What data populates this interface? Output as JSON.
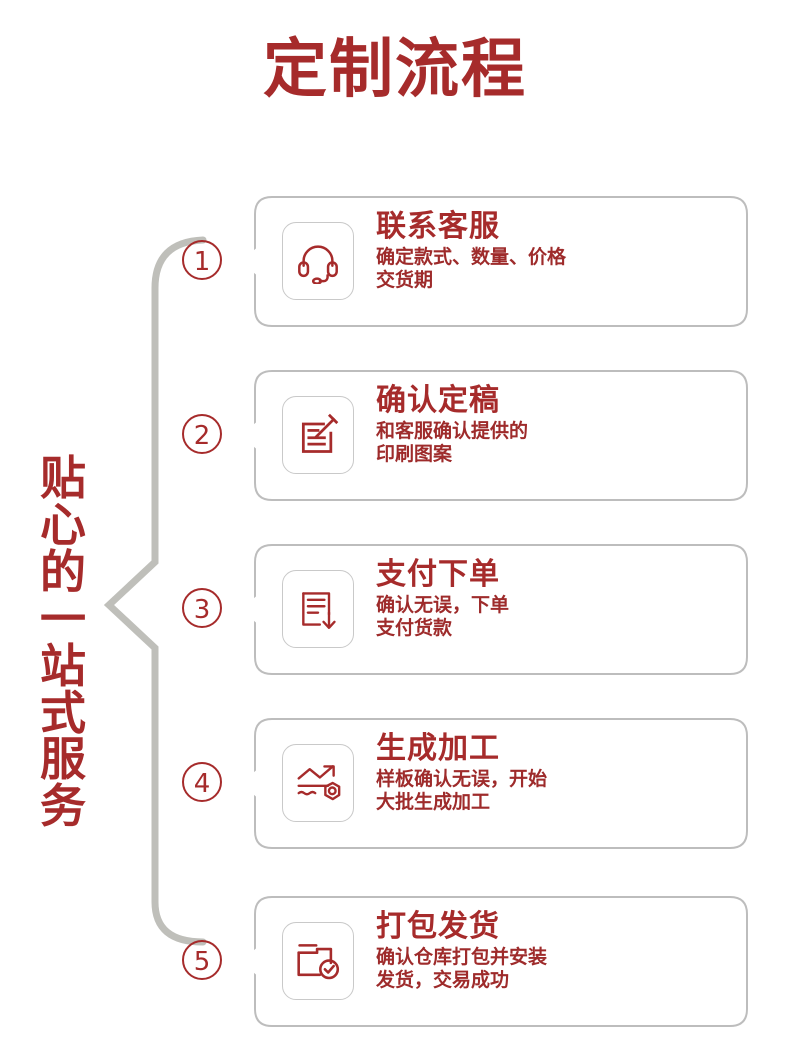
{
  "title": "定制流程",
  "side_label": "贴心的一站式服务",
  "colors": {
    "brand_red": "#A62B2B",
    "desc_red": "#9E2B2B",
    "line_gray": "#BFBFBA",
    "card_border": "#BDBDBD",
    "icon_tile_border": "#C9C9C9"
  },
  "steps": [
    {
      "number": "①",
      "num_text": "1",
      "icon": "headset-icon",
      "title": "联系客服",
      "desc_line1": "确定款式、数量、价格",
      "desc_line2": "交货期"
    },
    {
      "number": "②",
      "num_text": "2",
      "icon": "document-pencil-icon",
      "title": "确认定稿",
      "desc_line1": "和客服确认提供的",
      "desc_line2": "印刷图案"
    },
    {
      "number": "③",
      "num_text": "3",
      "icon": "document-download-icon",
      "title": "支付下单",
      "desc_line1": "确认无误，下单",
      "desc_line2": "支付货款"
    },
    {
      "number": "④",
      "num_text": "4",
      "icon": "production-chart-gear-icon",
      "title": "生成加工",
      "desc_line1": "样板确认无误，开始",
      "desc_line2": "大批生成加工"
    },
    {
      "number": "⑤",
      "num_text": "5",
      "icon": "box-check-icon",
      "title": "打包发货",
      "desc_line1": "确认仓库打包并安装",
      "desc_line2": "发货，交易成功"
    }
  ]
}
